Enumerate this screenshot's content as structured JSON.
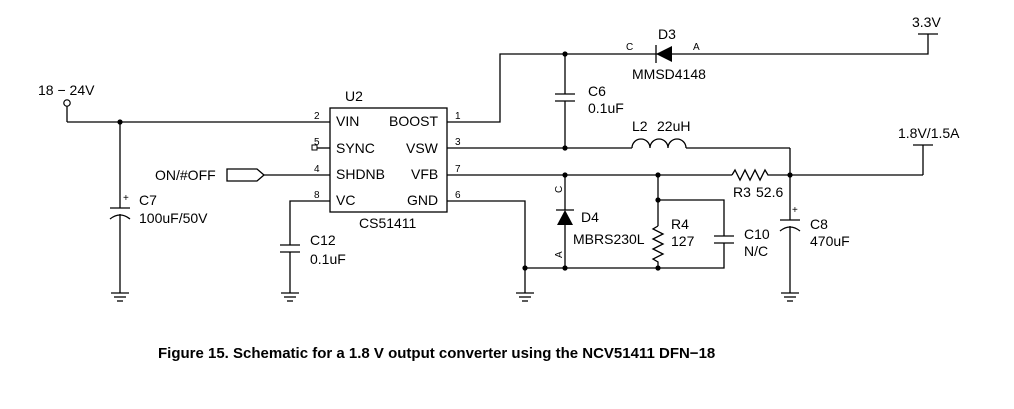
{
  "inputs": {
    "vin": "18 − 24V",
    "bias": "3.3V",
    "output": "1.8V/1.5A",
    "enable": "ON/#OFF"
  },
  "ic": {
    "ref": "U2",
    "part": "CS51411",
    "pins": {
      "vin": "VIN",
      "sync": "SYNC",
      "shdnb": "SHDNB",
      "vc": "VC",
      "boost": "BOOST",
      "vsw": "VSW",
      "vfb": "VFB",
      "gnd": "GND"
    },
    "pin_numbers": {
      "vin": "2",
      "sync": "5",
      "shdnb": "4",
      "vc": "8",
      "boost": "1",
      "vsw": "3",
      "vfb": "7",
      "gnd": "6"
    }
  },
  "components": {
    "d3": {
      "ref": "D3",
      "part": "MMSD4148",
      "cathode": "C",
      "anode": "A"
    },
    "c6": {
      "ref": "C6",
      "value": "0.1uF"
    },
    "l2": {
      "ref": "L2",
      "value": "22uH"
    },
    "r3": {
      "ref": "R3",
      "value": "52.6"
    },
    "d4": {
      "ref": "D4",
      "part": "MBRS230L",
      "cathode": "C",
      "anode": "A"
    },
    "r4": {
      "ref": "R4",
      "value": "127"
    },
    "c10": {
      "ref": "C10",
      "value": "N/C"
    },
    "c8": {
      "ref": "C8",
      "value": "470uF",
      "polarity": "+"
    },
    "c7": {
      "ref": "C7",
      "value": "100uF/50V",
      "polarity": "+"
    },
    "c12": {
      "ref": "C12",
      "value": "0.1uF"
    }
  },
  "caption": "Figure 15. Schematic for a 1.8 V output converter using the NCV51411 DFN−18"
}
